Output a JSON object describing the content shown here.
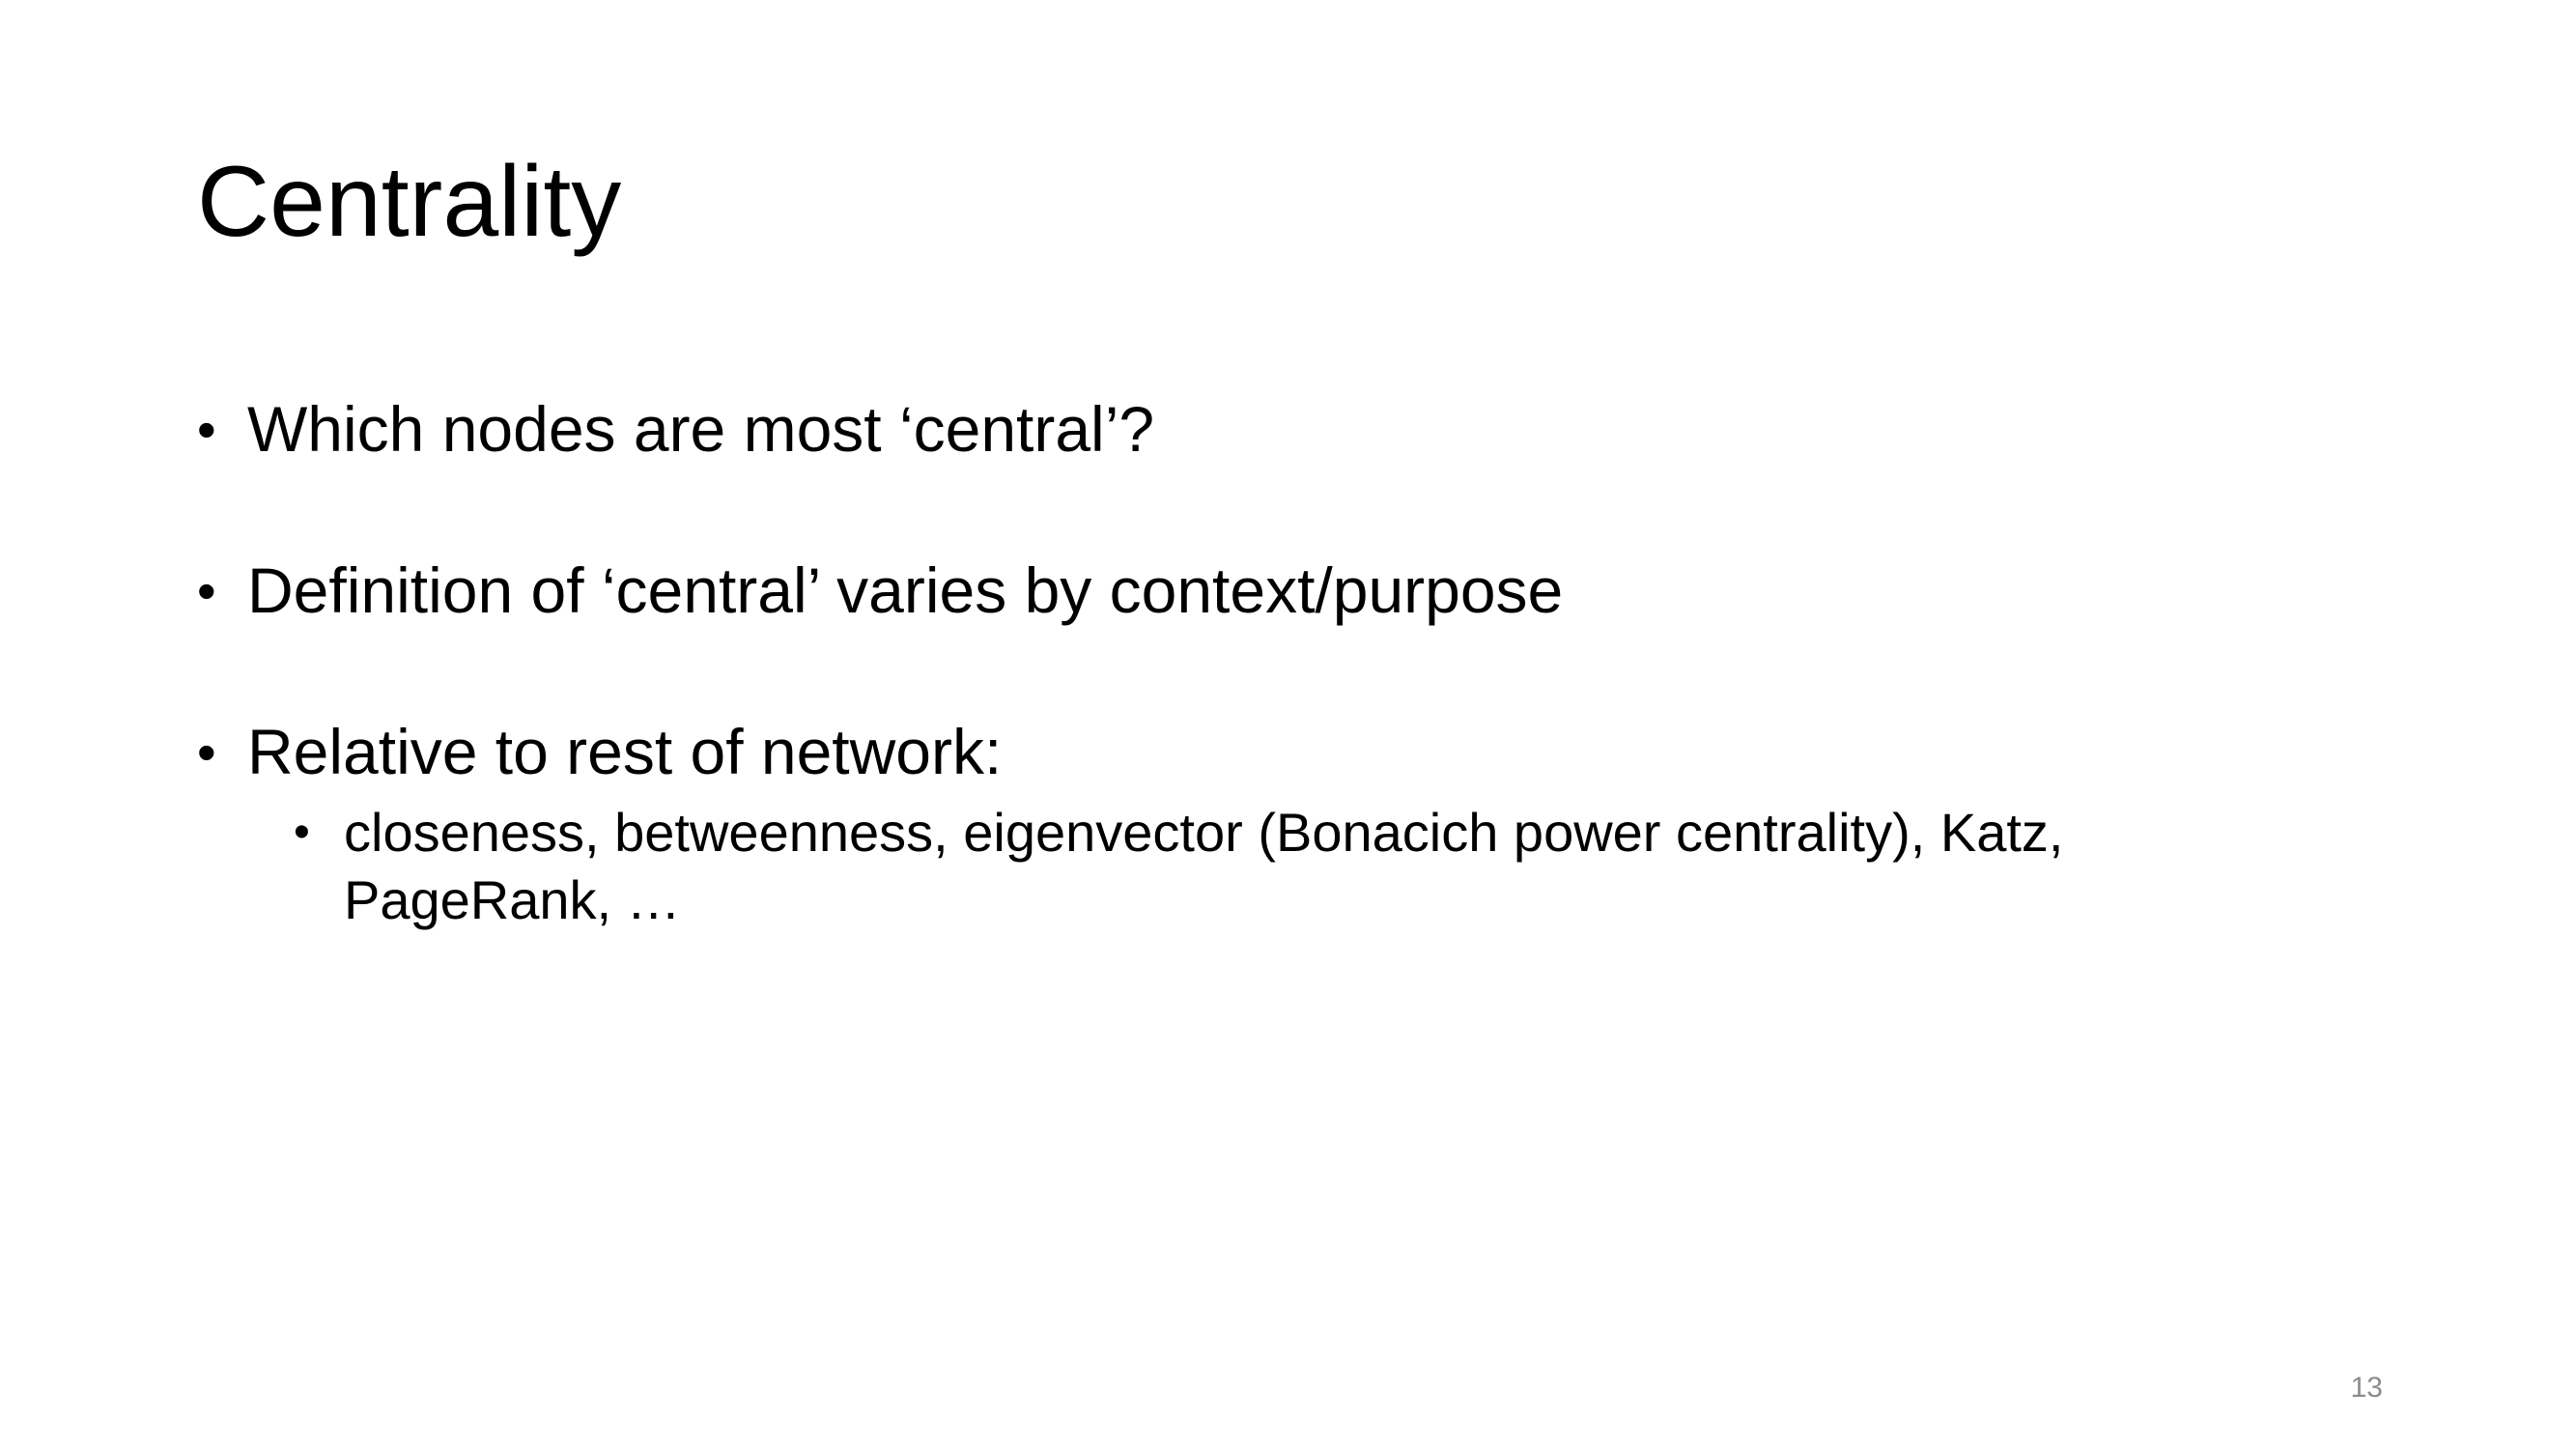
{
  "slide": {
    "title": "Centrality",
    "bullets": [
      {
        "marker": "•",
        "text": "Which nodes are most ‘central’?"
      },
      {
        "marker": "•",
        "text": "Definition of ‘central’ varies by context/purpose"
      },
      {
        "marker": "•",
        "text": "Relative to rest of network:",
        "sub_bullets": [
          {
            "marker": "•",
            "line1": "closeness, betweenness, eigenvector (Bonacich power centrality), Katz,",
            "line2": "PageRank, …"
          }
        ]
      }
    ],
    "page_number": "13"
  }
}
